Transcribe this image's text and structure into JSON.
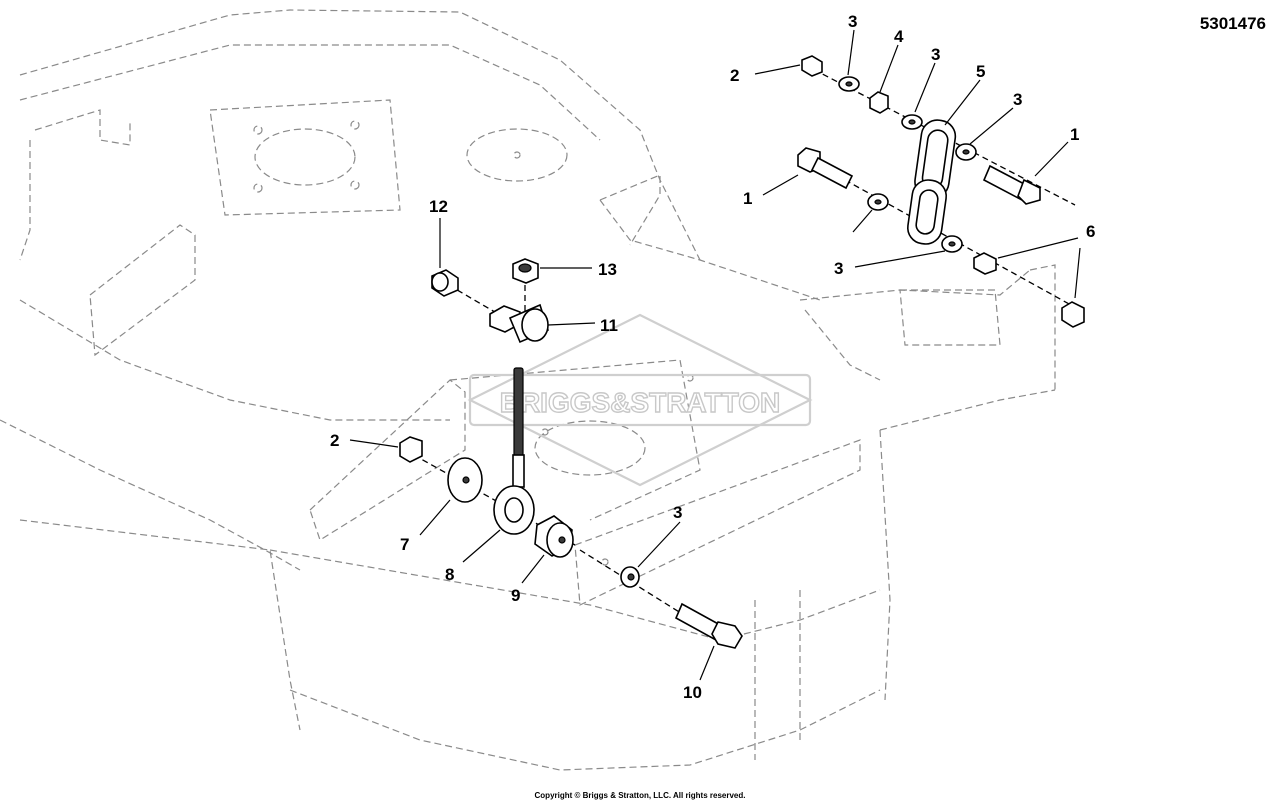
{
  "diagram": {
    "id": "5301476",
    "copyright": "Copyright © Briggs & Stratton, LLC. All rights reserved.",
    "watermark": "BRIGGS&STRATTON",
    "callouts": {
      "c1a": "1",
      "c1b": "1",
      "c2a": "2",
      "c2b": "2",
      "c3a": "3",
      "c3b": "3",
      "c3c": "3",
      "c3d": "3",
      "c3e": "3",
      "c4": "4",
      "c5": "5",
      "c6": "6",
      "c7": "7",
      "c8": "8",
      "c9": "9",
      "c10": "10",
      "c11": "11",
      "c12": "12",
      "c13": "13"
    }
  }
}
